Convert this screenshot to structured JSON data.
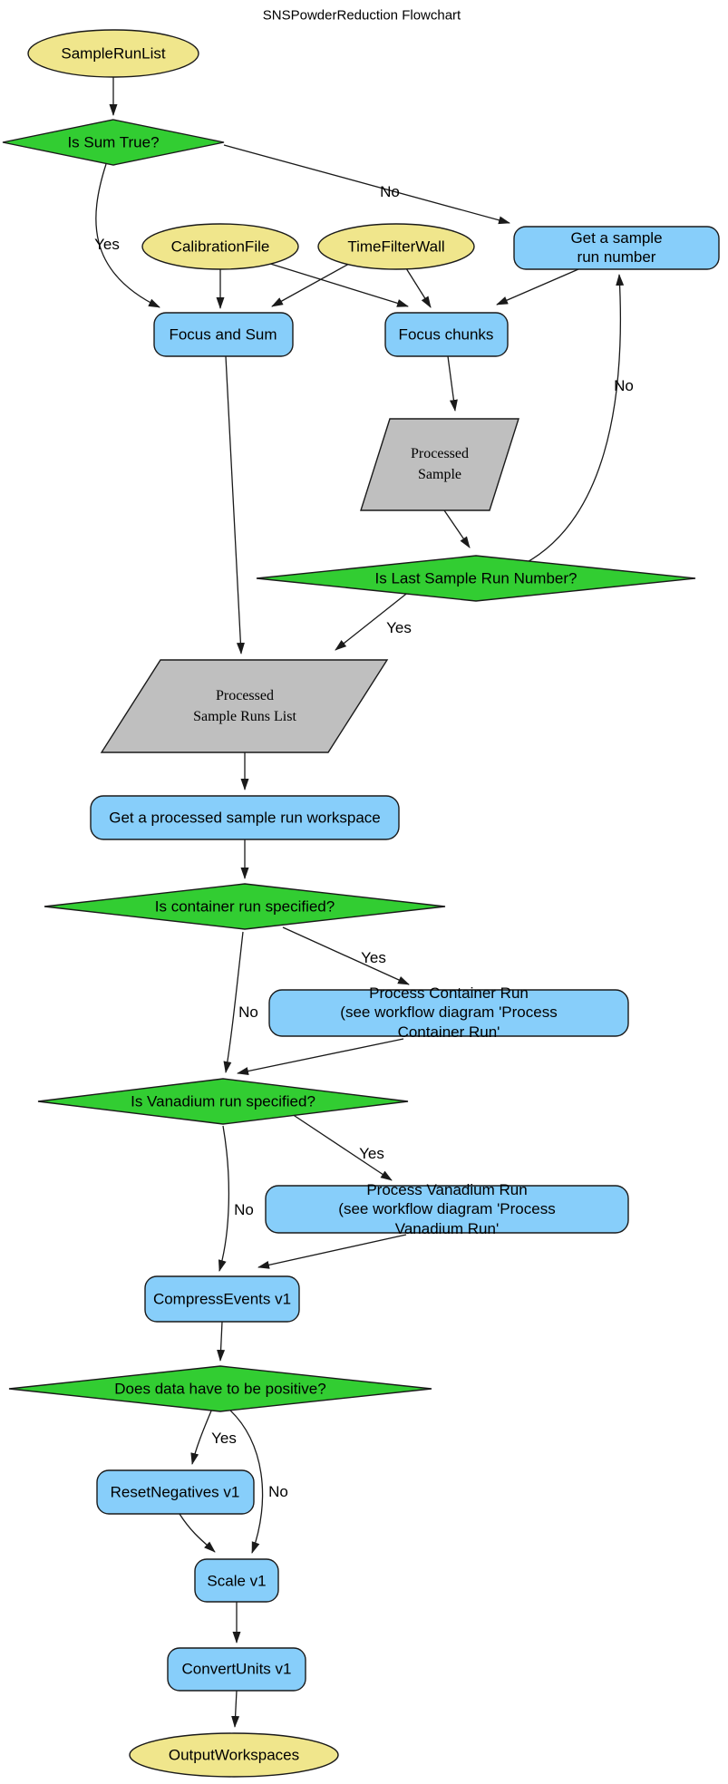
{
  "title": "SNSPowderReduction Flowchart",
  "colors": {
    "parameter_fill": "#F0E68C",
    "decision_fill": "#32CD32",
    "algorithm_fill": "#87CEFA",
    "data_fill": "#BFBFBF",
    "edge_stroke": "#1a1a1a"
  },
  "nodes": {
    "sample_run_list": {
      "label": "SampleRunList"
    },
    "is_sum_true": {
      "label": "Is Sum True?"
    },
    "calibration_file": {
      "label": "CalibrationFile"
    },
    "time_filter_wall": {
      "label": "TimeFilterWall"
    },
    "get_sample_run_number": {
      "label": "Get a sample run number"
    },
    "focus_and_sum": {
      "label": "Focus and Sum"
    },
    "focus_chunks": {
      "label": "Focus chunks"
    },
    "processed_sample": {
      "label": "Processed\nSample"
    },
    "is_last_sample_run_number": {
      "label": "Is Last Sample Run Number?"
    },
    "processed_sample_runs_list": {
      "label": "Processed\nSample Runs List"
    },
    "get_processed_sample_run_workspace": {
      "label": "Get a processed sample run workspace"
    },
    "is_container_run_specified": {
      "label": "Is container run specified?"
    },
    "process_container_run": {
      "label": "Process Container Run\n(see workflow diagram 'Process Container Run'"
    },
    "is_vanadium_run_specified": {
      "label": "Is Vanadium run specified?"
    },
    "process_vanadium_run": {
      "label": "Process Vanadium Run\n(see workflow diagram 'Process Vanadium Run'"
    },
    "compress_events": {
      "label": "CompressEvents v1"
    },
    "does_data_have_to_be_positive": {
      "label": "Does data have to be positive?"
    },
    "reset_negatives": {
      "label": "ResetNegatives v1"
    },
    "scale": {
      "label": "Scale v1"
    },
    "convert_units": {
      "label": "ConvertUnits v1"
    },
    "output_workspaces": {
      "label": "OutputWorkspaces"
    }
  },
  "edge_labels": {
    "sum_yes": "Yes",
    "sum_no": "No",
    "last_yes": "Yes",
    "last_no": "No",
    "container_yes": "Yes",
    "container_no": "No",
    "vanadium_yes": "Yes",
    "vanadium_no": "No",
    "positive_yes": "Yes",
    "positive_no": "No"
  }
}
